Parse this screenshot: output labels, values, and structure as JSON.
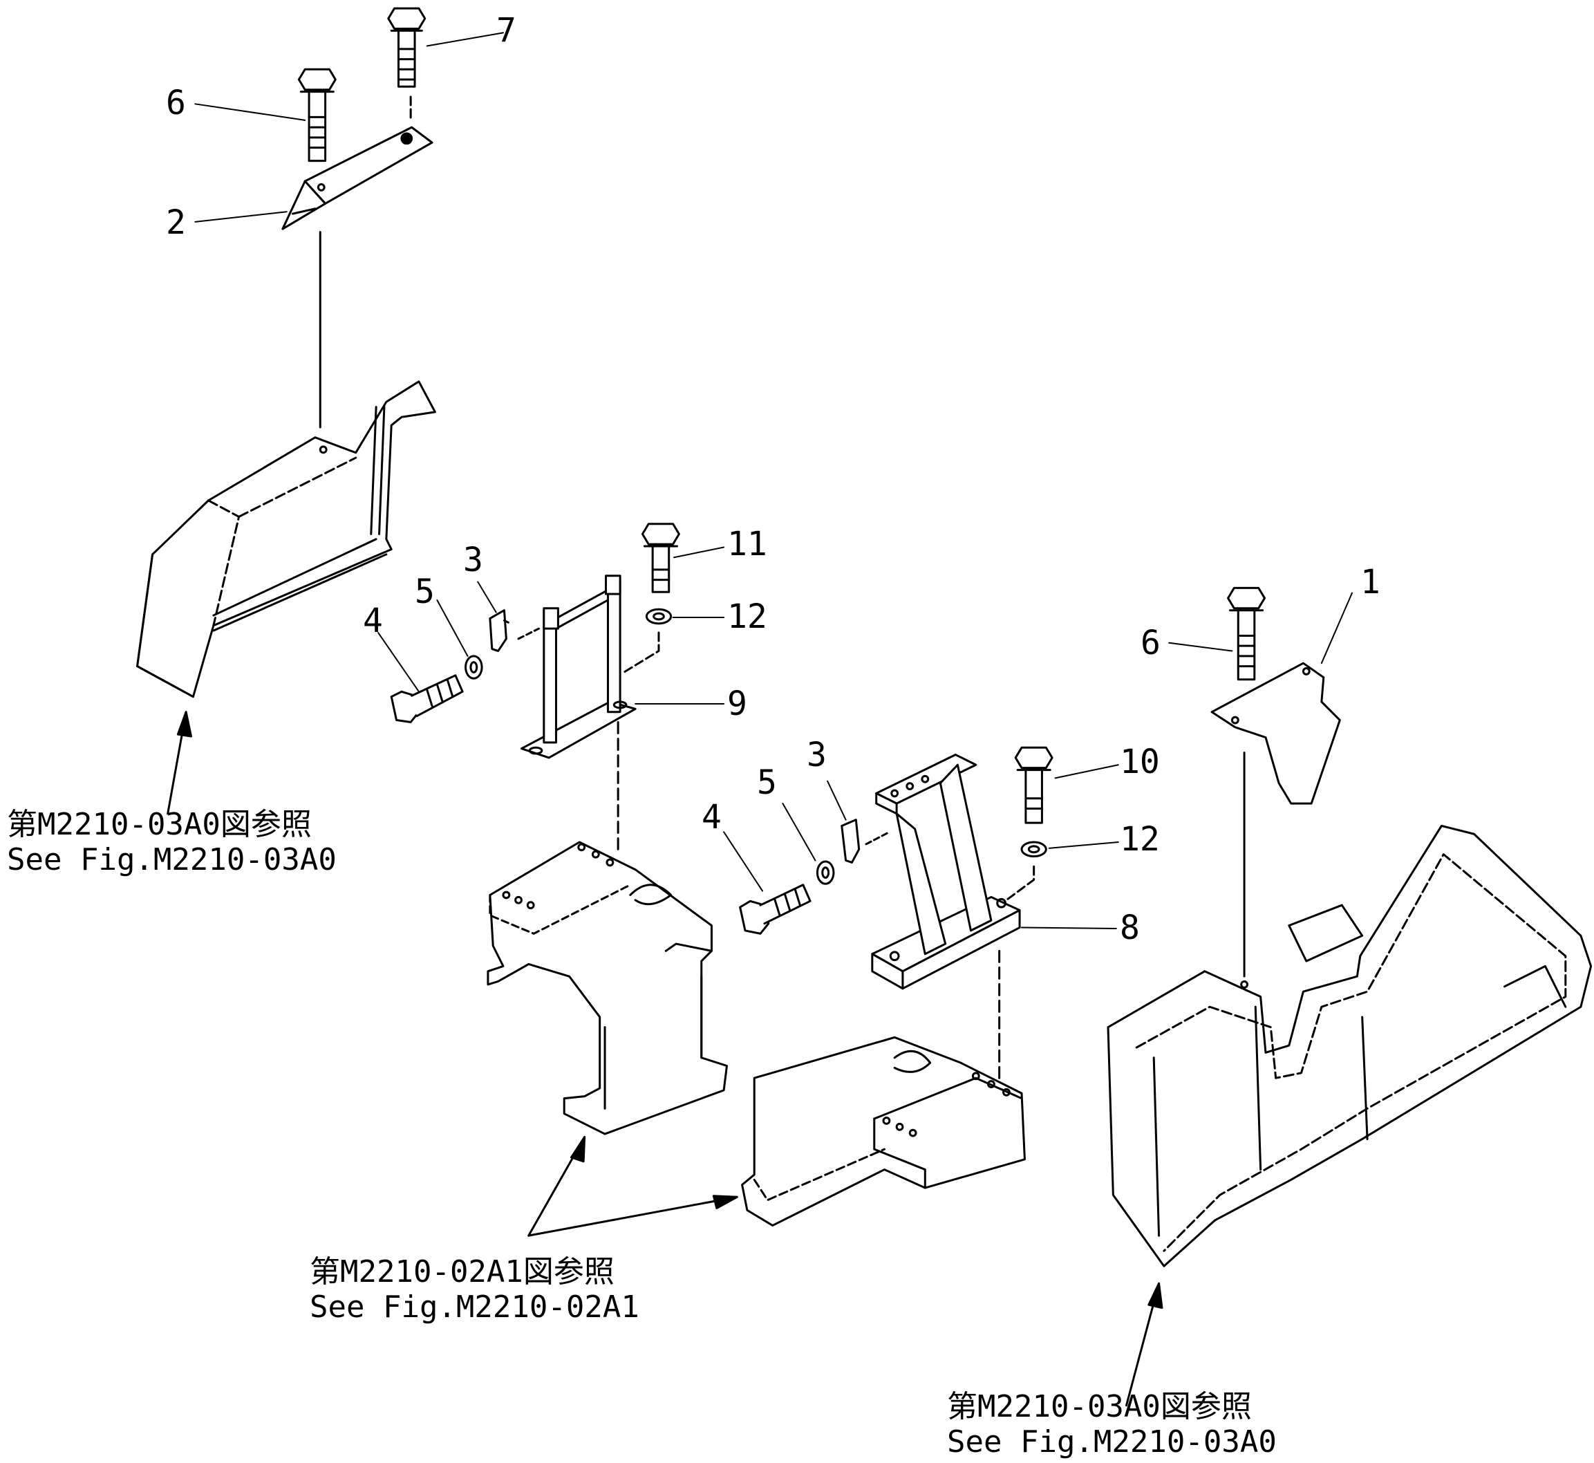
{
  "callouts": {
    "n1": "1",
    "n2": "2",
    "n3a": "3",
    "n3b": "3",
    "n4a": "4",
    "n4b": "4",
    "n5a": "5",
    "n5b": "5",
    "n6a": "6",
    "n6b": "6",
    "n7": "7",
    "n8": "8",
    "n9": "9",
    "n10": "10",
    "n11": "11",
    "n12a": "12",
    "n12b": "12"
  },
  "references": {
    "left": {
      "jp": "第M2210-03A0図参照",
      "en": "See Fig.M2210-03A0"
    },
    "center": {
      "jp": "第M2210-02A1図参照",
      "en": "See Fig.M2210-02A1"
    },
    "right": {
      "jp": "第M2210-03A0図参照",
      "en": "See Fig.M2210-03A0"
    }
  }
}
